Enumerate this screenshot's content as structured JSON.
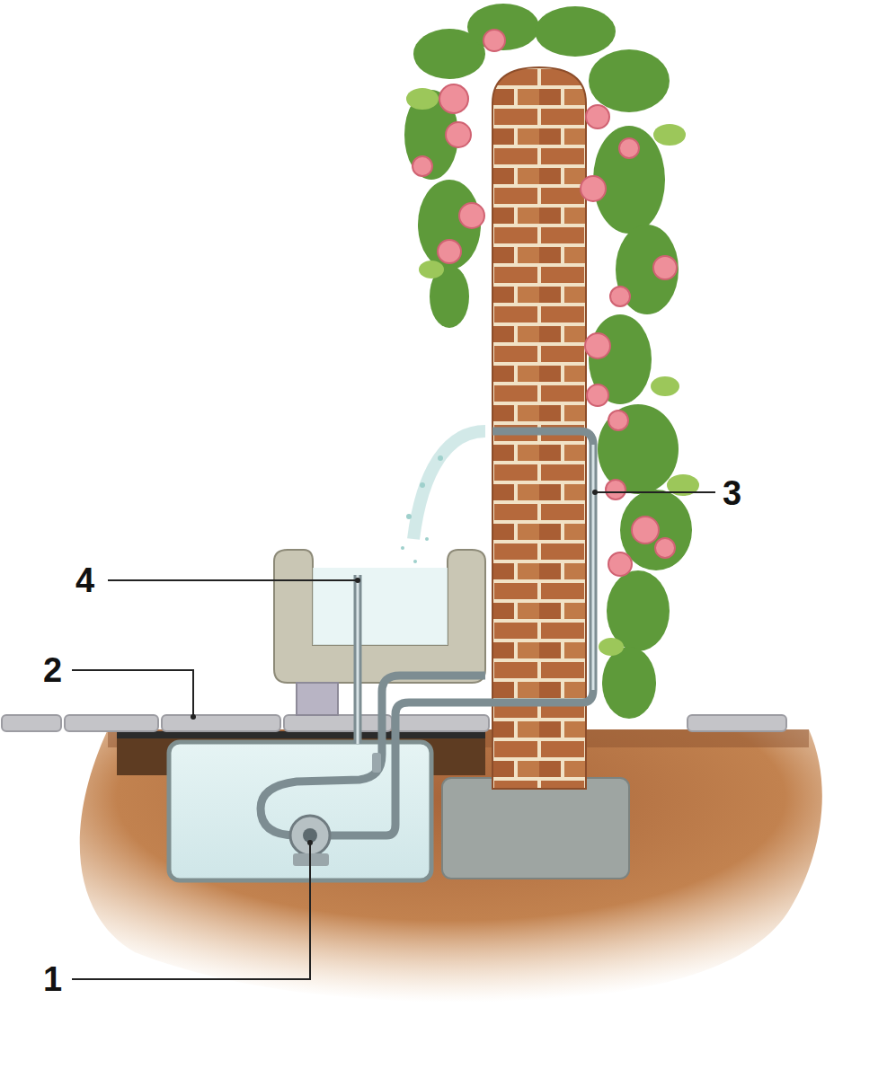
{
  "diagram": {
    "labels": [
      "3",
      "4",
      "2",
      "1"
    ]
  }
}
